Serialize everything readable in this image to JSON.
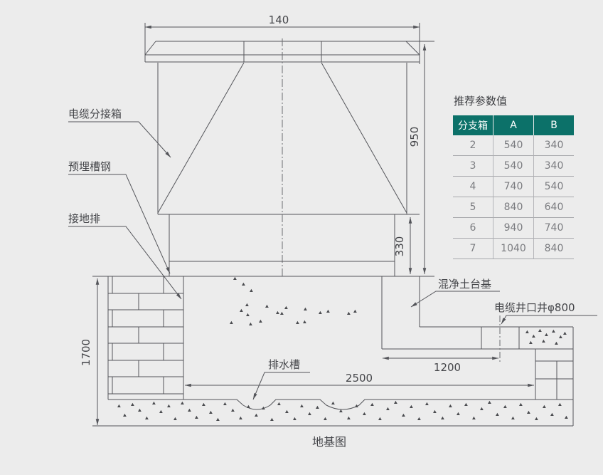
{
  "colors": {
    "background": "#ececec",
    "line": "#54555a",
    "text": "#45464a",
    "table_header_bg": "#0c7169",
    "table_value_text": "#7b7c80"
  },
  "diagram": {
    "caption": "地基图",
    "labels": {
      "cable_box": "电缆分接箱",
      "embedded_channel_steel": "预埋槽钢",
      "grounding_bar": "接地排",
      "drain_channel": "排水槽",
      "concrete_platform": "混净土台基",
      "cable_well": "电缆井口井φ800"
    },
    "dims": {
      "top_width": "140",
      "box_height": "950",
      "plinth_height": "330",
      "pit_depth": "1700",
      "step_width": "1200",
      "pit_width": "2500"
    }
  },
  "table": {
    "title": "推荐参数值",
    "columns": [
      "分支箱",
      "A",
      "B"
    ],
    "rows": [
      [
        "2",
        "540",
        "340"
      ],
      [
        "3",
        "540",
        "340"
      ],
      [
        "4",
        "740",
        "540"
      ],
      [
        "5",
        "840",
        "640"
      ],
      [
        "6",
        "940",
        "740"
      ],
      [
        "7",
        "1040",
        "840"
      ]
    ]
  }
}
